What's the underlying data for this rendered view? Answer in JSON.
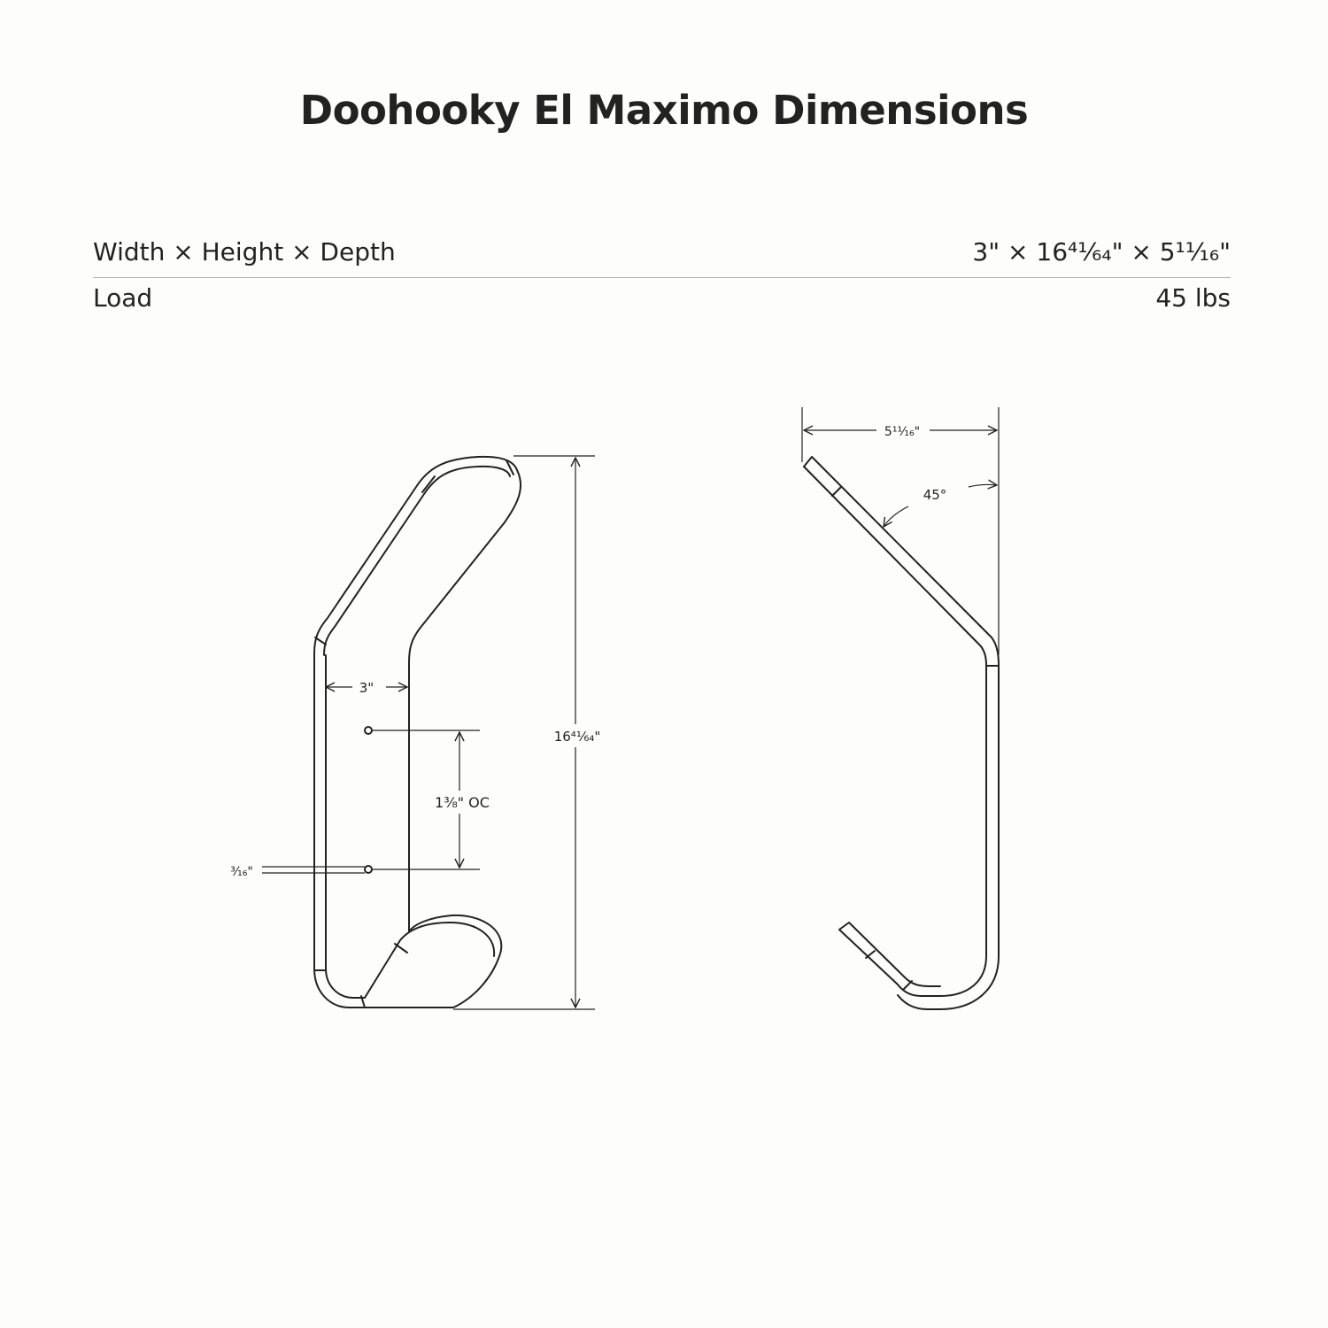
{
  "title": "Doohooky El Maximo Dimensions",
  "specs": [
    {
      "label": "Width × Height × Depth",
      "value": "3\" × 16⁴¹⁄₆₄\" × 5¹¹⁄₁₆\""
    },
    {
      "label": "Load",
      "value": "45 lbs"
    }
  ],
  "drawing": {
    "front": {
      "width_label": "3\"",
      "height_label": "16⁴¹⁄₆₄\"",
      "hole_spacing_label": "1³⁄₈\" OC",
      "hole_diameter_label": "³⁄₁₆\""
    },
    "side": {
      "depth_label": "5¹¹⁄₁₆\"",
      "angle_label": "45°"
    }
  }
}
